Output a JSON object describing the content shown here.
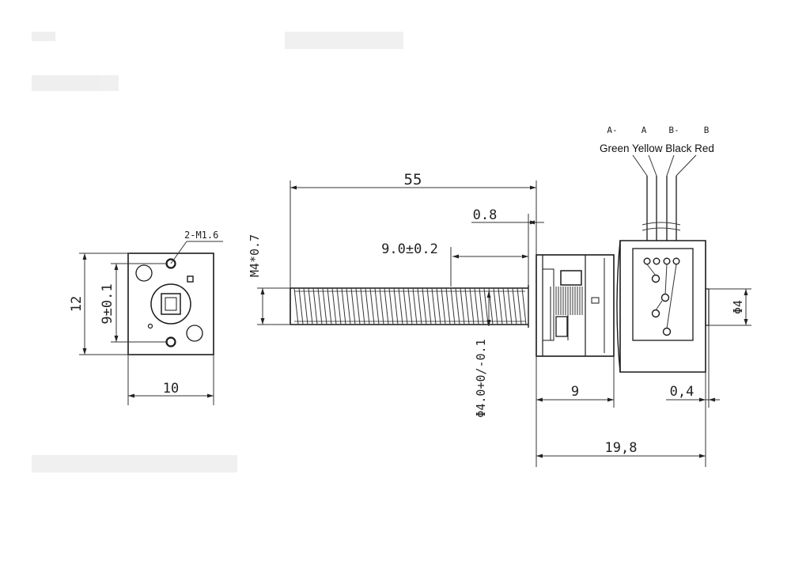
{
  "wiring": {
    "pins": [
      "A-",
      "A",
      "B-",
      "B"
    ],
    "colors": "Green Yellow Black Red"
  },
  "dimensions": {
    "thread_length": "55",
    "gap": "0.8",
    "thread_offset": "9.0±0.2",
    "thread_spec": "M4*0.7",
    "shaft_dia": "Φ4.0+0/-0.1",
    "gearbox_length": "9",
    "boss_height": "0,4",
    "body_dia": "Φ4",
    "total_length": "19,8"
  },
  "front_view": {
    "mount_holes": "2-M1.6",
    "height": "12",
    "hole_spacing": "9±0.1",
    "width": "10"
  }
}
